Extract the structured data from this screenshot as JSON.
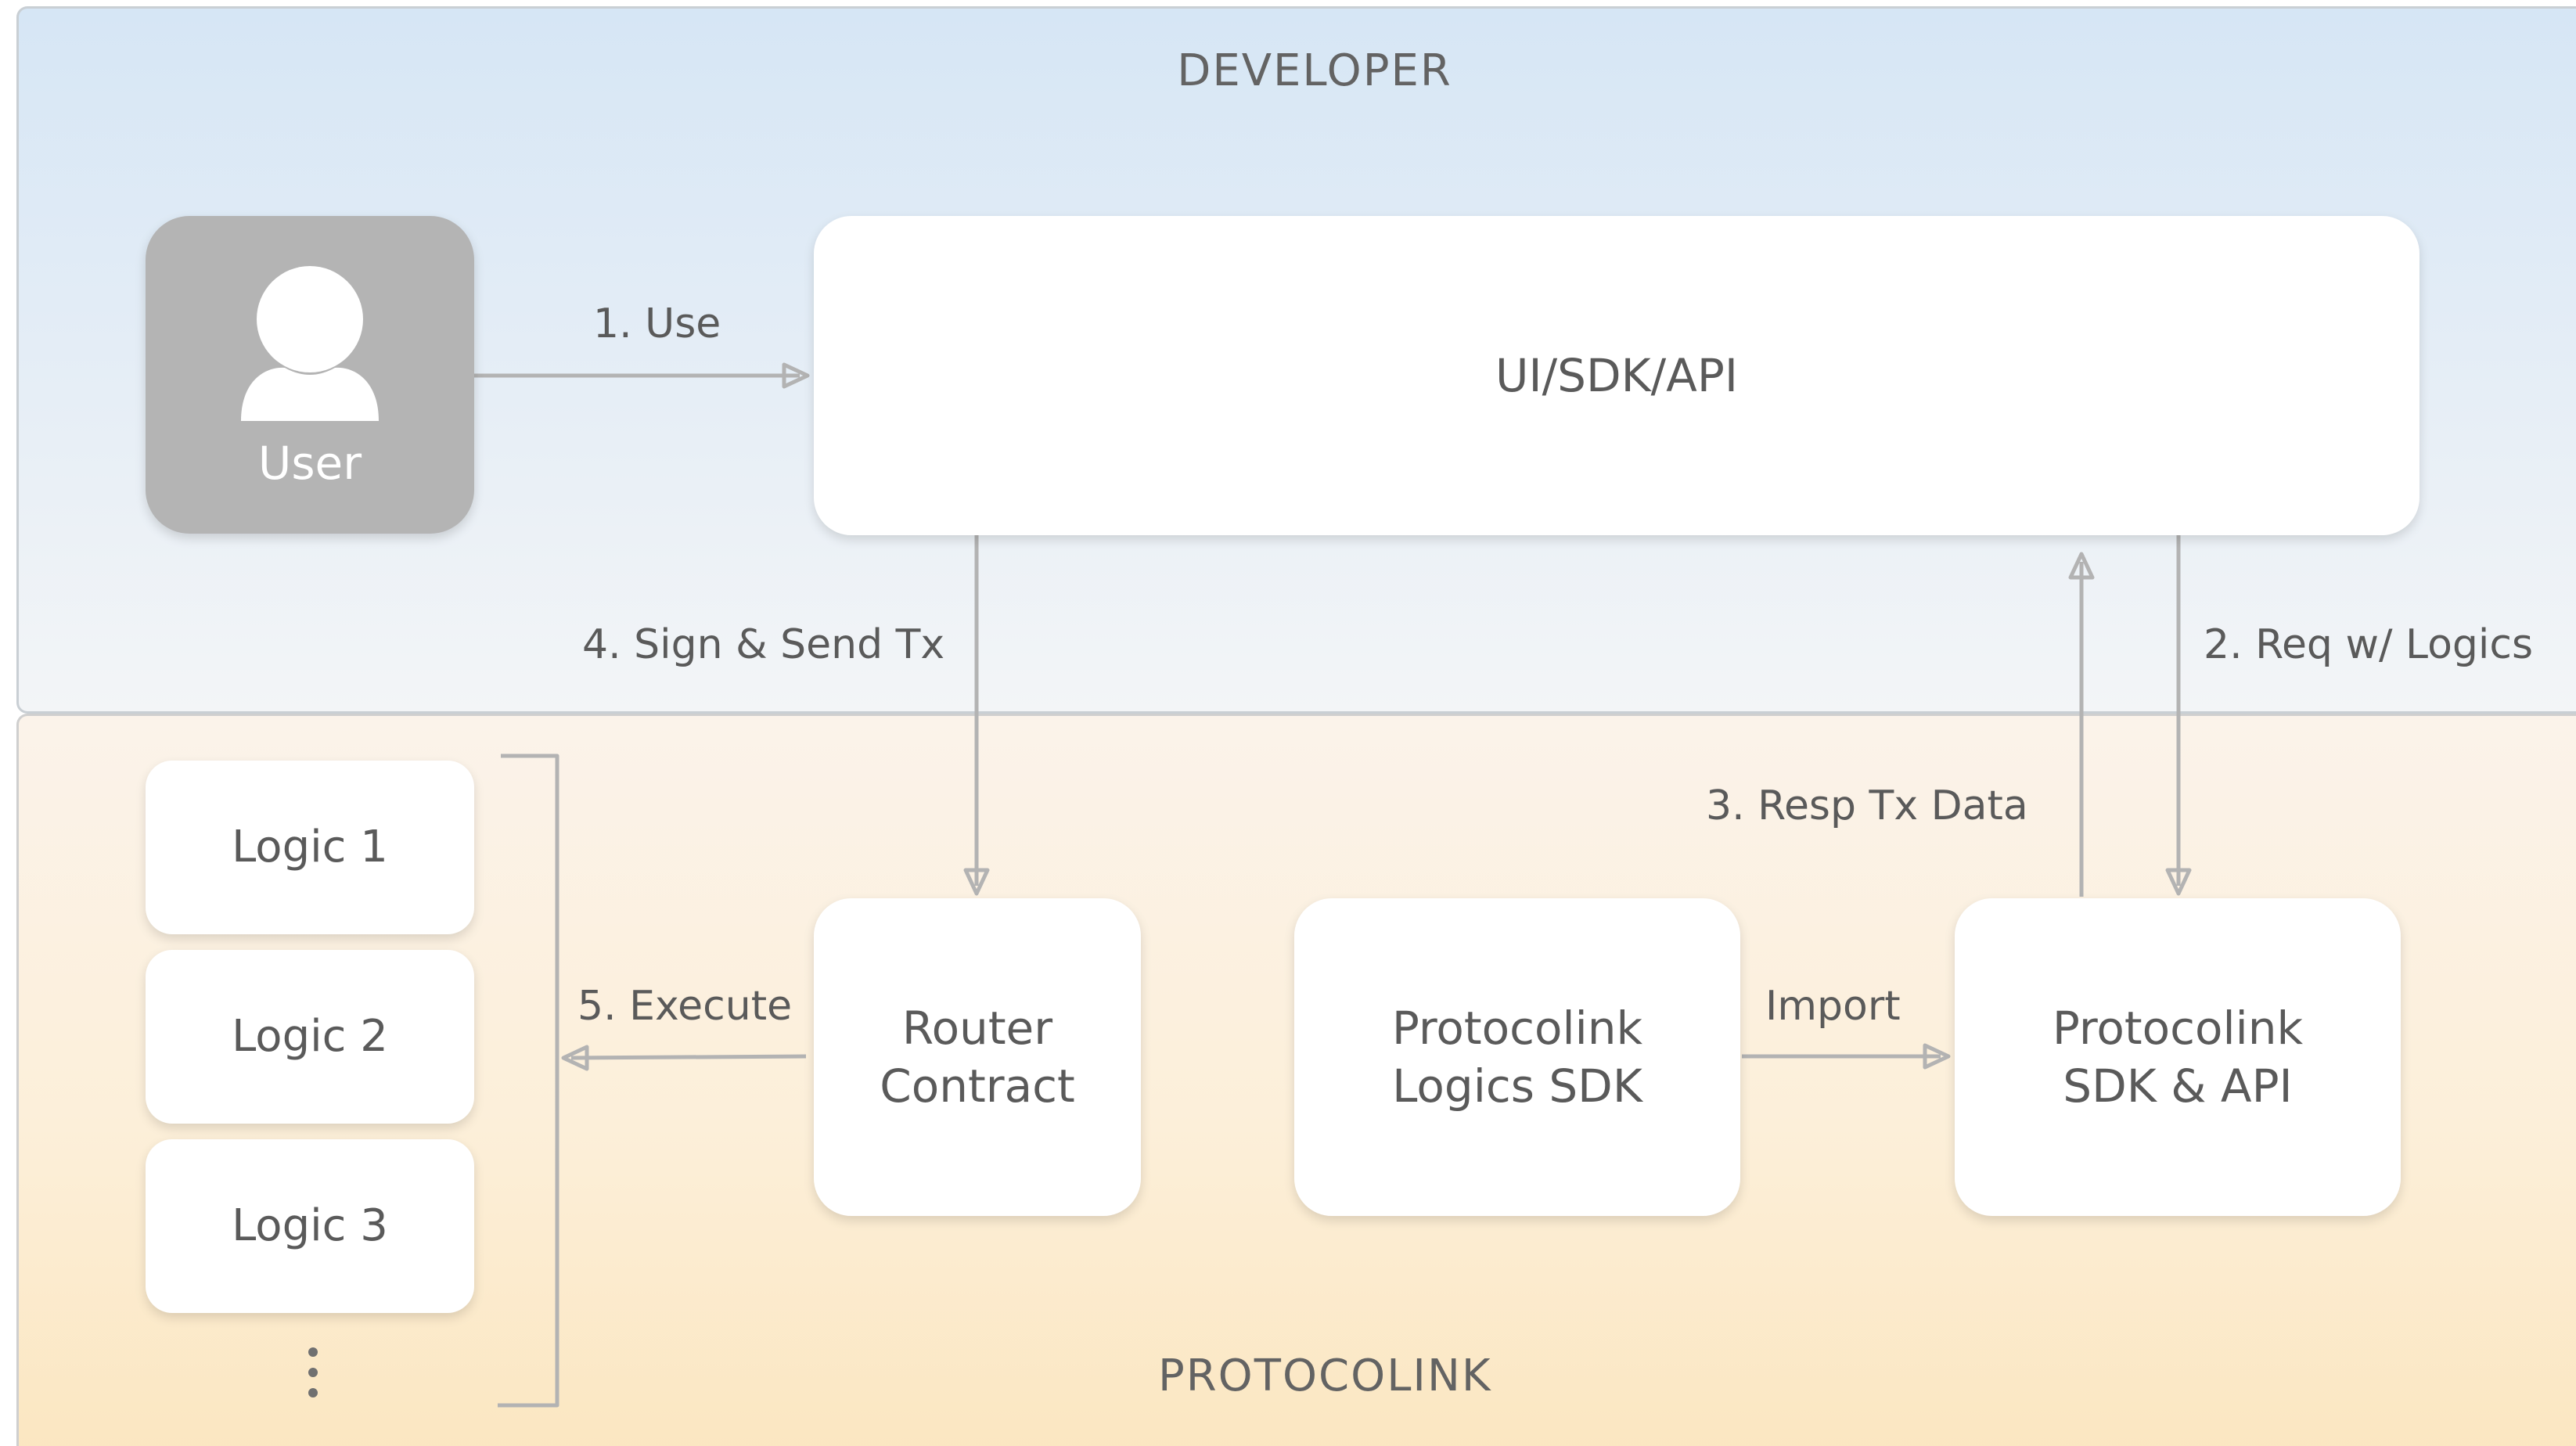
{
  "zones": {
    "developer": "DEVELOPER",
    "protocolink": "PROTOCOLINK"
  },
  "nodes": {
    "user": "User",
    "ui_sdk_api": "UI/SDK/API",
    "router_contract": "Router\nContract",
    "logics_sdk": "Protocolink\nLogics SDK",
    "sdk_api": "Protocolink\nSDK & API",
    "logics": [
      "Logic 1",
      "Logic 2",
      "Logic 3"
    ]
  },
  "edges": {
    "use": "1. Use",
    "req": "2. Req w/ Logics",
    "resp": "3. Resp Tx Data",
    "sign_send": "4. Sign & Send Tx",
    "execute": "5. Execute",
    "import": "Import"
  },
  "icons": {
    "user": "user-silhouette-icon",
    "more": "vertical-ellipsis-icon"
  },
  "colors": {
    "developer_bg": "#d6e6f5",
    "protocolink_bg": "#fbe6c0",
    "user_box": "#b4b4b4",
    "arrow": "#b3b3b3",
    "text": "#5a5a5a"
  }
}
